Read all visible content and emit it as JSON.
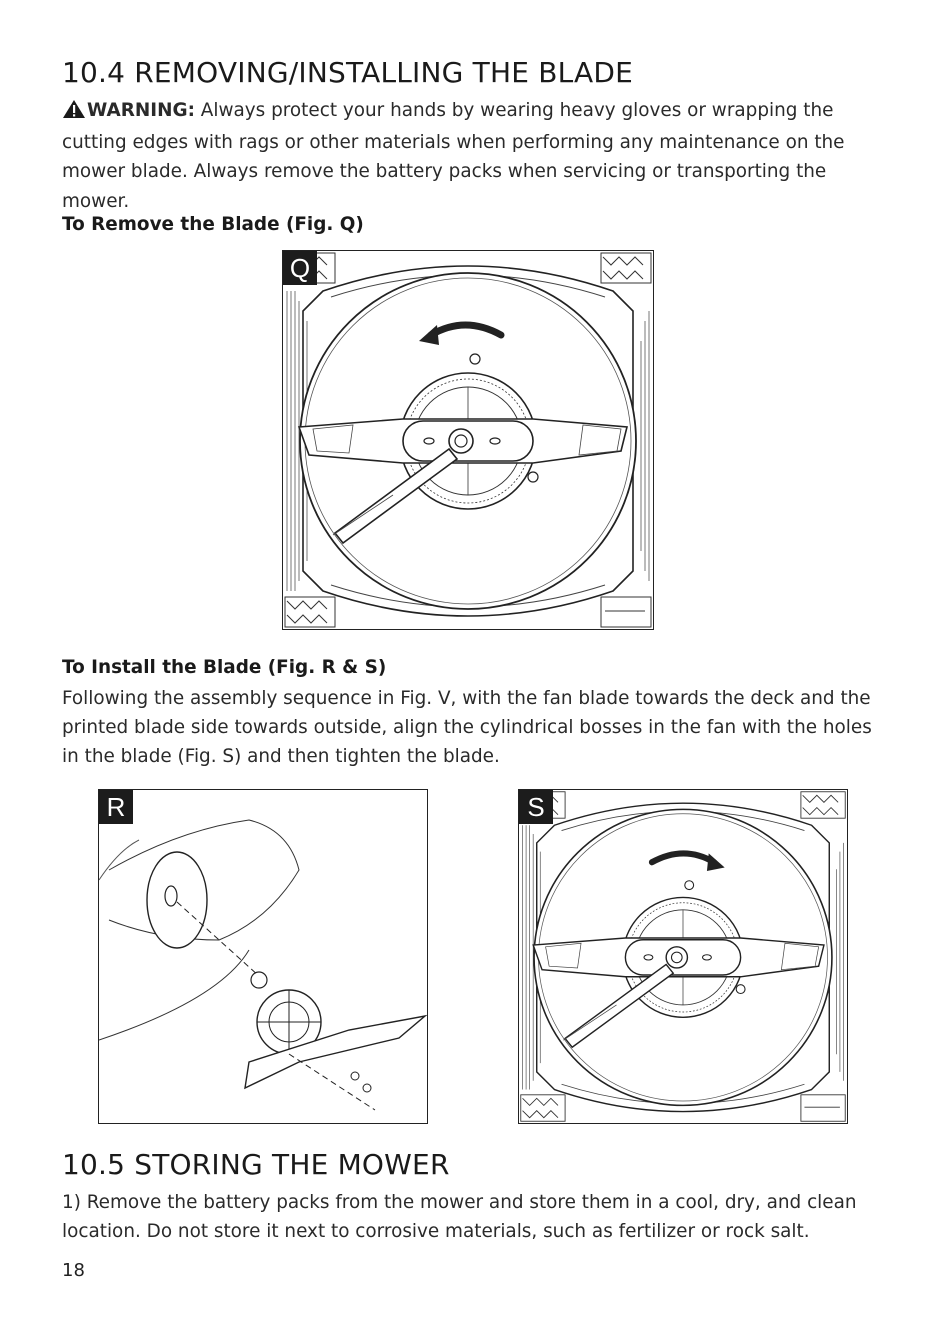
{
  "section1": {
    "title": "10.4 REMOVING/INSTALLING THE BLADE",
    "warning_label": "WARNING:",
    "warning_text": " Always protect your hands by wearing heavy gloves or wrapping the cutting edges with rags or other materials when performing any maintenance on the mower blade. Always remove the battery packs when servicing or transporting the mower.",
    "remove_heading": "To Remove the Blade (Fig. Q)",
    "install_heading": "To Install the Blade (Fig. R & S)",
    "install_text": "Following the assembly sequence in Fig. V, with the fan blade towards the deck and the printed blade side towards outside, align the cylindrical bosses in the fan with the holes in the blade (Fig. S) and then tighten the blade."
  },
  "figures": {
    "q": {
      "label": "Q"
    },
    "r": {
      "label": "R"
    },
    "s": {
      "label": "S"
    }
  },
  "section2": {
    "title": "10.5 STORING THE MOWER",
    "text": "1) Remove the battery packs from the mower and store them in a cool, dry, and clean location. Do not store it next to corrosive materials, such as fertilizer or rock salt."
  },
  "page_number": "18"
}
